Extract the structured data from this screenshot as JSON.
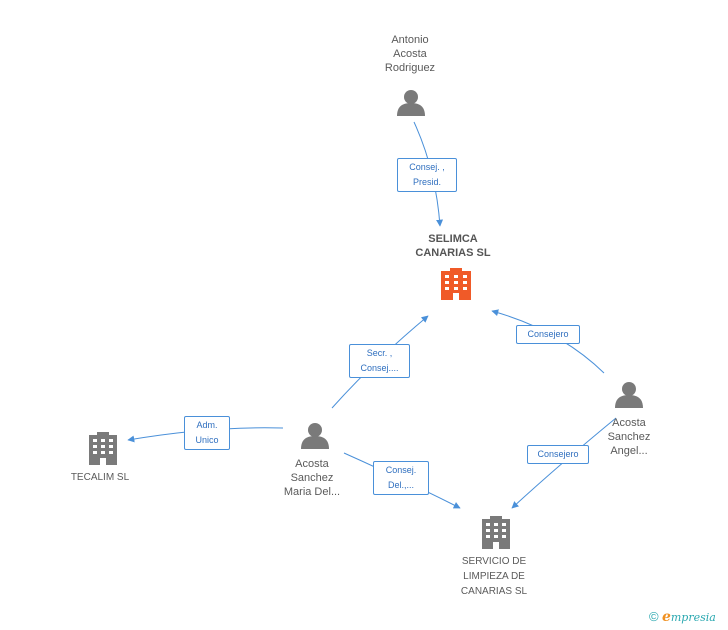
{
  "nodes": {
    "antonio": {
      "type": "person",
      "lines": [
        "Antonio",
        "Acosta",
        "Rodriguez"
      ]
    },
    "selimca": {
      "type": "company-main",
      "lines": [
        "SELIMCA",
        "CANARIAS SL"
      ]
    },
    "maria": {
      "type": "person",
      "lines": [
        "Acosta",
        "Sanchez",
        "Maria Del..."
      ]
    },
    "angel": {
      "type": "person",
      "lines": [
        "Acosta",
        "Sanchez",
        "Angel..."
      ]
    },
    "tecalim": {
      "type": "company",
      "lines": [
        "TECALIM SL"
      ]
    },
    "servicio": {
      "type": "company",
      "lines": [
        "SERVICIO DE",
        "LIMPIEZA DE",
        "CANARIAS SL"
      ]
    }
  },
  "relations": {
    "antonio_selimca": {
      "lines": [
        "Consej. ,",
        "Presid."
      ]
    },
    "maria_selimca": {
      "lines": [
        "Secr. ,",
        "Consej...."
      ]
    },
    "angel_selimca": {
      "lines": [
        "Consejero"
      ]
    },
    "maria_tecalim": {
      "lines": [
        "Adm.",
        "Unico"
      ]
    },
    "maria_servicio": {
      "lines": [
        "Consej.",
        "Del.,..."
      ]
    },
    "angel_servicio": {
      "lines": [
        "Consejero"
      ]
    }
  },
  "colors": {
    "edge": "#4a90d9",
    "person_icon": "#7a7a7a",
    "company_icon": "#7a7a7a",
    "main_company_icon": "#f05a28"
  },
  "footer": {
    "copyright_symbol": "©",
    "brand_initial": "e",
    "brand_rest": "mpresia"
  }
}
